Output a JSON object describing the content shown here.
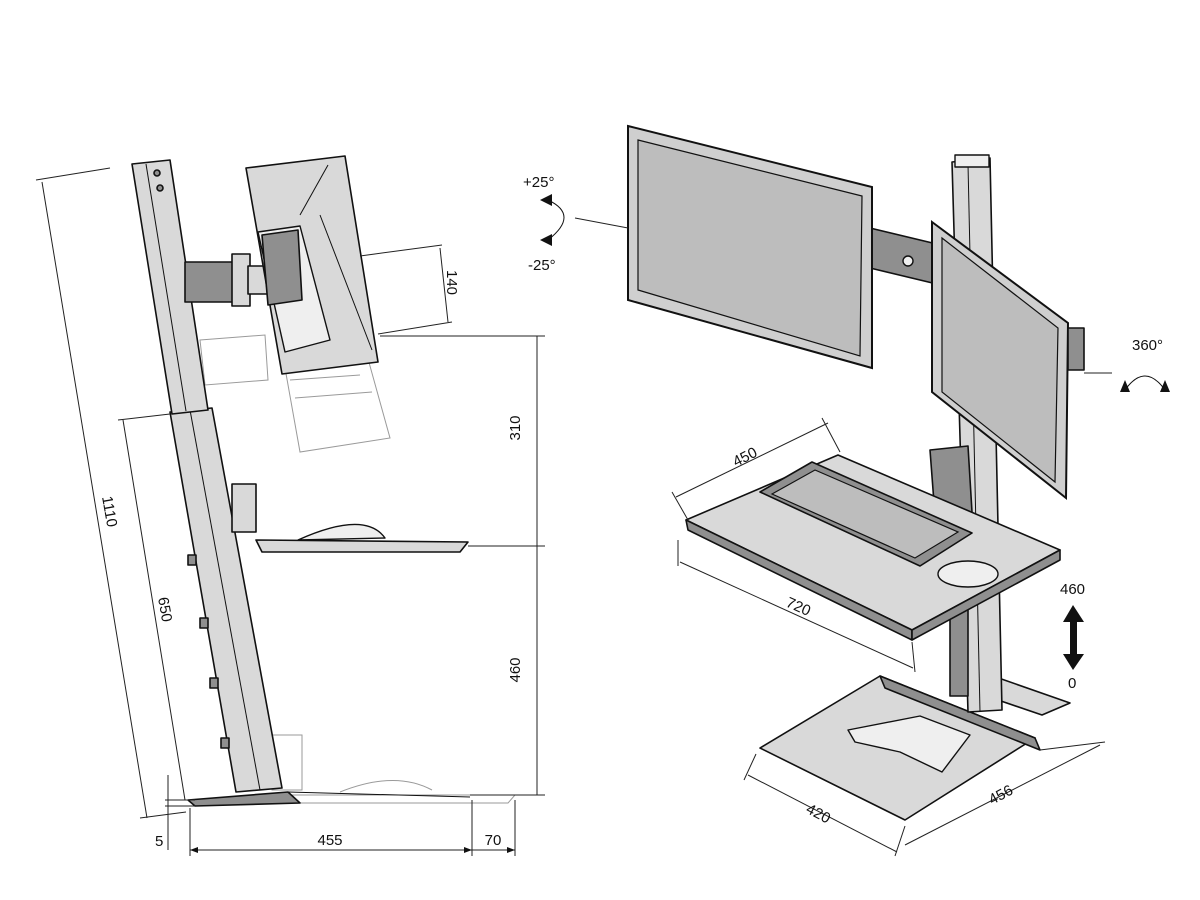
{
  "dimensions": {
    "total_height": "1110",
    "column_height": "650",
    "monitor_offset": "140",
    "keyboard_to_monitor": "310",
    "keyboard_height": "460",
    "base_thickness": "5",
    "base_depth": "455",
    "tray_overhang": "70",
    "tray_depth": "450",
    "tray_width": "720",
    "base_width": "420",
    "base_length": "456",
    "lift_max": "460",
    "lift_min": "0"
  },
  "rotation": {
    "tilt_up": "+25°",
    "tilt_down": "-25°",
    "swivel": "360°"
  },
  "colors": {
    "line": "#111111",
    "panel": "#d9d9d9",
    "screen": "#bdbdbd"
  }
}
